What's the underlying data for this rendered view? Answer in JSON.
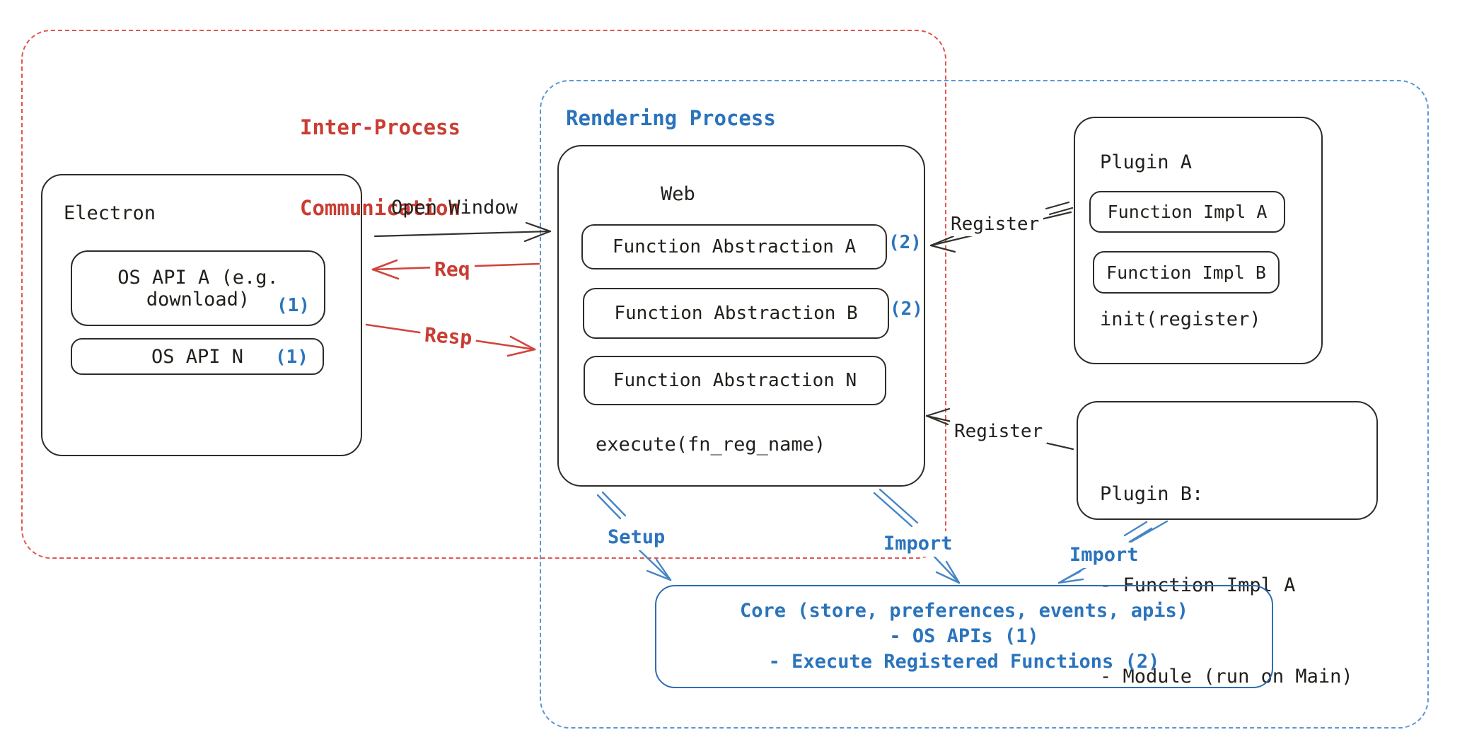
{
  "colors": {
    "red_text": "#c93d33",
    "red_line": "#d0453c",
    "red_border": "#e0564e",
    "blue_text": "#2b74bc",
    "blue_line": "#4585c7",
    "blue_border": "#5b97d6",
    "core_border": "#2e6db4",
    "black": "#22201c"
  },
  "ipc_region": {
    "line1": "Inter-Process",
    "line2": "Communication"
  },
  "rendering_region": {
    "label": "Rendering Process"
  },
  "electron": {
    "title": "Electron",
    "api_a": {
      "line1": "OS API A (e.g.",
      "line2": "download)",
      "badge": "(1)"
    },
    "api_n": {
      "label": "OS API N",
      "badge": "(1)"
    }
  },
  "web": {
    "title": "Web",
    "abstractions": [
      {
        "label": "Function Abstraction A",
        "badge": "(2)"
      },
      {
        "label": "Function Abstraction B",
        "badge": "(2)"
      },
      {
        "label": "Function Abstraction N",
        "badge": ""
      }
    ],
    "execute_label": "execute(fn_reg_name)"
  },
  "plugin_a": {
    "title": "Plugin A",
    "impl_a": "Function Impl A",
    "impl_b": "Function Impl B",
    "init_label": "init(register)"
  },
  "plugin_b": {
    "title": "Plugin B:",
    "item1": "- Function Impl A",
    "item2": "- Module (run on Main)"
  },
  "core": {
    "line1": "Core (store, preferences, events, apis)",
    "line2": "- OS APIs (1)",
    "line3": "- Execute Registered Functions (2)"
  },
  "arrows": {
    "open_window": "Open Window",
    "req": "Req",
    "resp": "Resp",
    "register_top": "Register",
    "register_bottom": "Register",
    "setup": "Setup",
    "import_web": "Import",
    "import_plugin": "Import"
  }
}
